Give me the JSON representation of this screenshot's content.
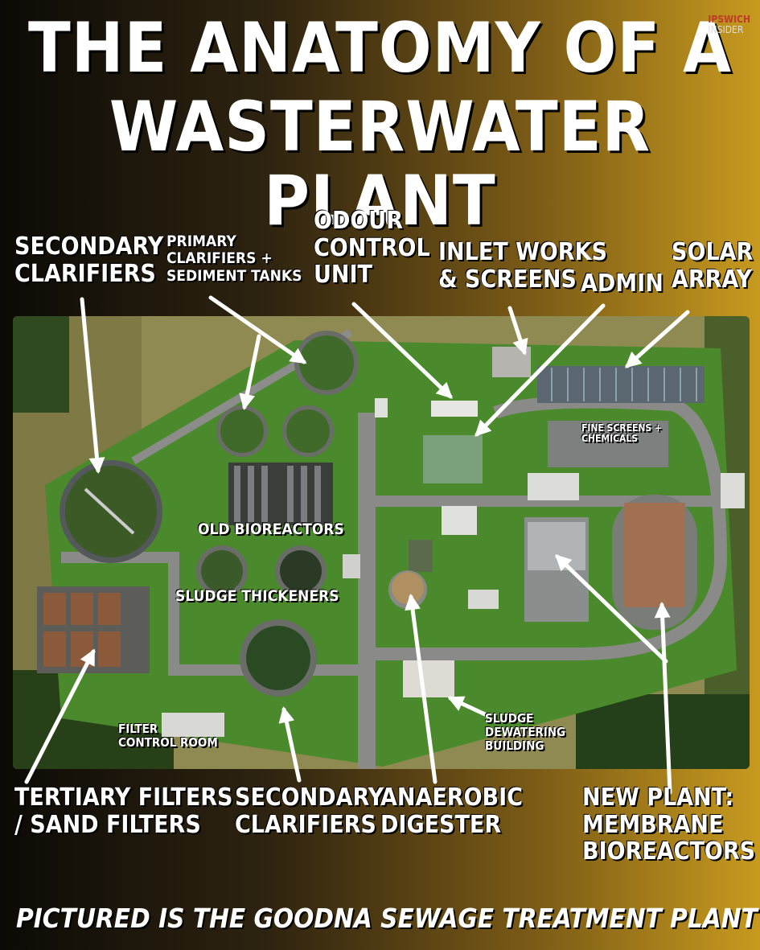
{
  "title_line1": "THE ANATOMY OF A",
  "title_line2": "WASTERWATER PLANT",
  "brand_line1": "IPSWICH",
  "brand_line2": "INSIDER",
  "labels": {
    "secondary_clarifiers_top_1": "SECONDARY",
    "secondary_clarifiers_top_2": "CLARIFIERS",
    "primary_1": "PRIMARY",
    "primary_2": "CLARIFIERS +",
    "primary_3": "SEDIMENT TANKS",
    "odour_1": "ODOUR",
    "odour_2": "CONTROL",
    "odour_3": "UNIT",
    "inlet_1": "INLET WORKS",
    "inlet_2": "& SCREENS",
    "admin": "ADMIN",
    "solar_1": "SOLAR",
    "solar_2": "ARRAY",
    "fine_screens_1": "FINE SCREENS +",
    "fine_screens_2": "CHEMICALS",
    "old_bioreactors": "OLD BIOREACTORS",
    "sludge_thickeners": "SLUDGE THICKENERS",
    "filter_control_1": "FILTER",
    "filter_control_2": "CONTROL ROOM",
    "sludge_dewater_1": "SLUDGE",
    "sludge_dewater_2": "DEWATERING",
    "sludge_dewater_3": "BUILDING",
    "tertiary_1": "TERTIARY FILTERS",
    "tertiary_2": "/ SAND FILTERS",
    "secondary_bottom_1": "SECONDARY",
    "secondary_bottom_2": "CLARIFIERS",
    "anaerobic_1": "ANAEROBIC",
    "anaerobic_2": "DIGESTER",
    "new_plant_1": "NEW PLANT:",
    "new_plant_2": "MEMBRANE",
    "new_plant_3": "BIOREACTORS"
  },
  "footer": "PICTURED IS THE GOODNA SEWAGE TREATMENT PLANT",
  "colors": {
    "grass": "#4f8a2e",
    "dry_grass": "#9a8a55",
    "road": "#8c8c8a",
    "water": "#3f5a2a",
    "sludge": "#8a5a3a",
    "solar": "#5a6670"
  }
}
